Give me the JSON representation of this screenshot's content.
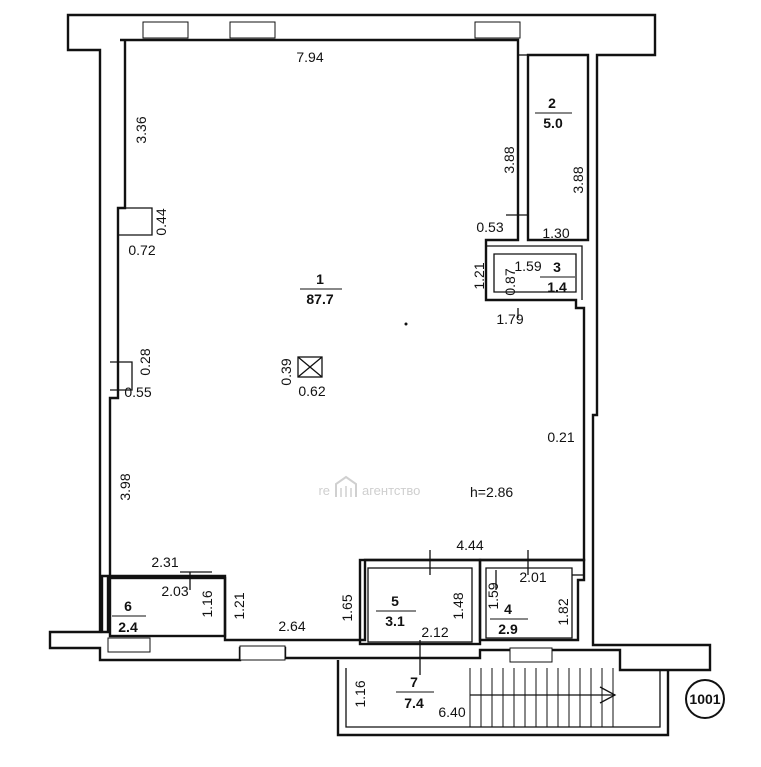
{
  "rooms": [
    {
      "number": "1",
      "area": "87.7"
    },
    {
      "number": "2",
      "area": "5.0"
    },
    {
      "number": "3",
      "area": "1.4"
    },
    {
      "number": "4",
      "area": "2.9"
    },
    {
      "number": "5",
      "area": "3.1"
    },
    {
      "number": "6",
      "area": "2.4"
    },
    {
      "number": "7",
      "area": "7.4"
    }
  ],
  "dimensions": {
    "top_width": "7.94",
    "left_upper": "3.36",
    "left_niche_depth": "0.44",
    "left_niche_width": "0.72",
    "left_mid_depth": "0.28",
    "left_mid_width": "0.55",
    "left_lower": "3.98",
    "column_h": "0.39",
    "column_w": "0.62",
    "room2_left": "3.88",
    "room2_right": "3.88",
    "room2_gap": "0.53",
    "room2_width": "1.30",
    "room3_height": "1.21",
    "room3_width": "1.59",
    "room3_inner": "0.87",
    "room3_bottom": "1.79",
    "right_step": "0.21",
    "height": "h=2.86",
    "bottom_right_width": "4.44",
    "room4_width": "2.01",
    "room4_height": "1.59",
    "room4_right": "1.82",
    "room5_left": "1.65",
    "room5_right": "1.48",
    "room5_bottom": "2.12",
    "room6_top": "2.31",
    "room6_width": "2.03",
    "room6_height": "1.16",
    "room6_right": "1.21",
    "bottom_span": "2.64",
    "room7_left": "1.16",
    "room7_width": "6.40"
  },
  "plan_number": "1001",
  "watermark": {
    "brand": "re",
    "name": "агентство"
  }
}
